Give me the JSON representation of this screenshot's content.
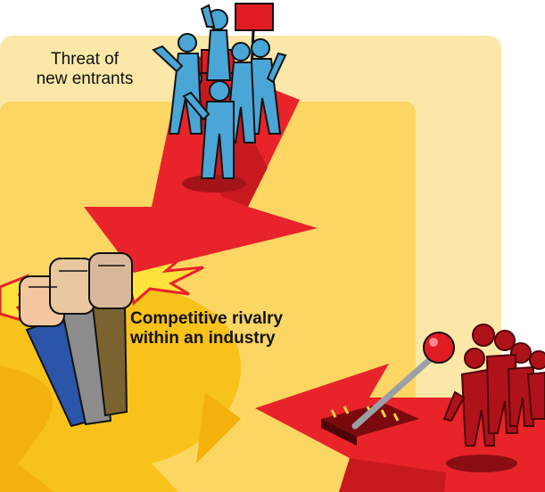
{
  "diagram": {
    "threat_label": [
      "Threat of",
      "new entrants"
    ],
    "rivalry_label": [
      "Competitive rivalry",
      "within an industry"
    ]
  },
  "colors": {
    "outer_panel": "#fbe7a8",
    "inner_panel": "#fbd663",
    "arrow_red": "#e8232a",
    "arrow_dark_red": "#b3171c",
    "swirl_yellow": "#f7c21a",
    "person_blue": "#4aa6d6",
    "person_red": "#b0121a",
    "spark_yellow": "#ffe23a"
  },
  "icons": [
    "protesting-crowd-icon",
    "raised-fists-icon",
    "lever-switch-icon",
    "red-group-icon"
  ]
}
